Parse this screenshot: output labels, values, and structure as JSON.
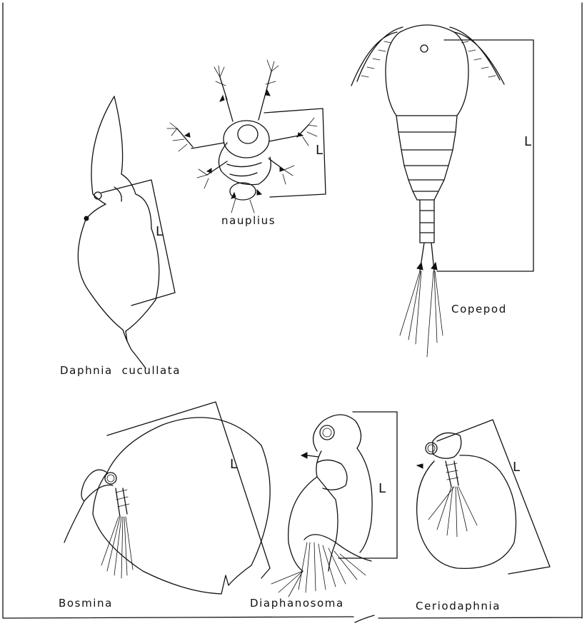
{
  "labels": {
    "nauplius": "nauplius",
    "copepod": "Copepod",
    "daphnia": "Daphnia  cucullata",
    "bosmina": "Bosmina",
    "diaphanosoma": "Diaphanosoma",
    "ceriodaphnia": "Ceriodaphnia"
  },
  "length_marker": "L"
}
